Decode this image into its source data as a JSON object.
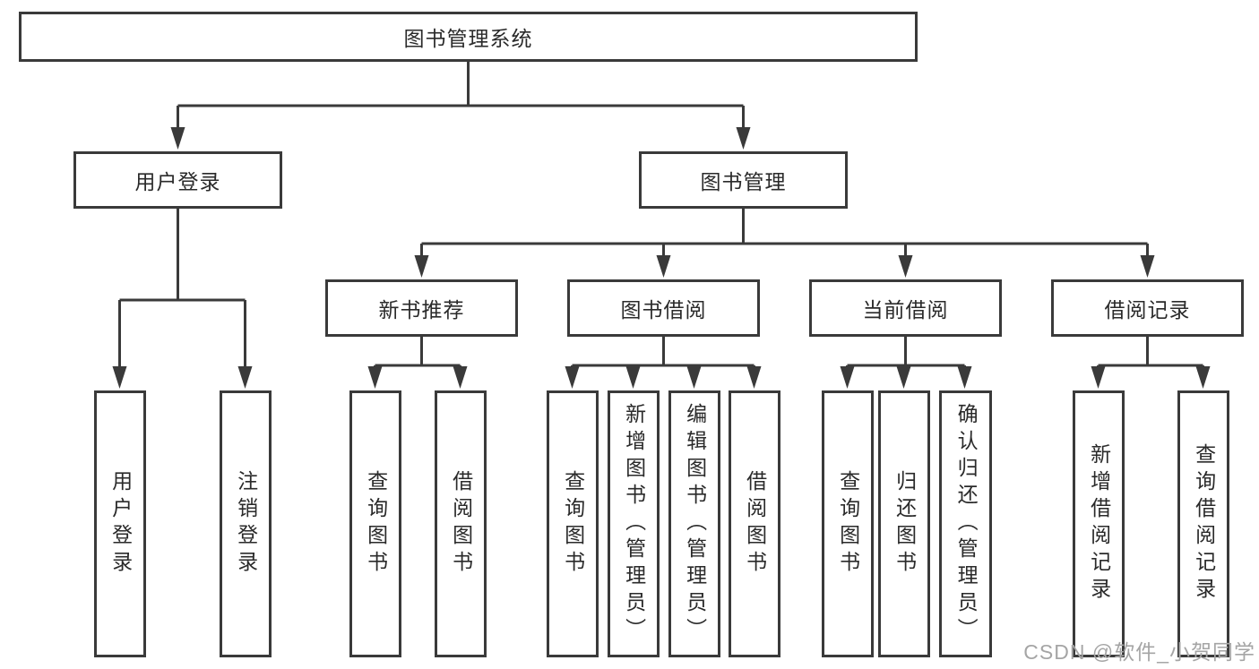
{
  "diagram": {
    "title": "图书管理系统",
    "level2": [
      {
        "label": "用户登录"
      },
      {
        "label": "图书管理"
      }
    ],
    "level3": [
      {
        "label": "新书推荐",
        "parent": "图书管理"
      },
      {
        "label": "图书借阅",
        "parent": "图书管理"
      },
      {
        "label": "当前借阅",
        "parent": "图书管理"
      },
      {
        "label": "借阅记录",
        "parent": "图书管理"
      }
    ],
    "leaves": [
      {
        "label": "用户登录",
        "parent": "用户登录"
      },
      {
        "label": "注销登录",
        "parent": "用户登录"
      },
      {
        "label": "查询图书",
        "parent": "新书推荐"
      },
      {
        "label": "借阅图书",
        "parent": "新书推荐"
      },
      {
        "label": "查询图书",
        "parent": "图书借阅"
      },
      {
        "label": "新增图书（管理员）",
        "parent": "图书借阅"
      },
      {
        "label": "编辑图书（管理员）",
        "parent": "图书借阅"
      },
      {
        "label": "借阅图书",
        "parent": "图书借阅"
      },
      {
        "label": "查询图书",
        "parent": "当前借阅"
      },
      {
        "label": "归还图书",
        "parent": "当前借阅"
      },
      {
        "label": "确认归还（管理员）",
        "parent": "当前借阅"
      },
      {
        "label": "新增借阅记录",
        "parent": "借阅记录"
      },
      {
        "label": "查询借阅记录",
        "parent": "借阅记录"
      }
    ]
  },
  "watermark": {
    "text": "CSDN @软件_小贺同学"
  },
  "colors": {
    "line": "#3a3a3a",
    "text": "#2a2a2a",
    "watermark": "#a5a5a5",
    "background": "#ffffff"
  }
}
